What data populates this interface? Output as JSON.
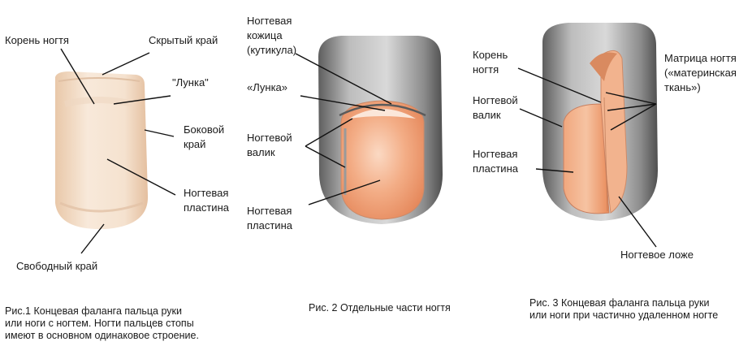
{
  "figure1": {
    "labels": {
      "nail_root": "Корень ногтя",
      "hidden_edge": "Скрытый край",
      "lunula": "\"Лунка\"",
      "side_edge_1": "Боковой",
      "side_edge_2": "край",
      "nail_plate_1": "Ногтевая",
      "nail_plate_2": "пластина",
      "free_edge": "Свободный край"
    },
    "caption": {
      "line1": "Рис.1 Концевая фаланга пальца руки",
      "line2": "или ноги с ногтем. Ногти пальцев стопы",
      "line3": "имеют в основном одинаковое строение."
    }
  },
  "figure2": {
    "labels": {
      "cuticle_1": "Ногтевая",
      "cuticle_2": "кожица",
      "cuticle_3": "(кутикула)",
      "lunula": "«Лунка»",
      "nail_fold_1": "Ногтевой",
      "nail_fold_2": "валик",
      "nail_plate_1": "Ногтевая",
      "nail_plate_2": "пластина"
    },
    "caption": {
      "line1": "Рис. 2 Отдельные части ногтя"
    }
  },
  "figure3": {
    "labels": {
      "nail_root_1": "Корень",
      "nail_root_2": "ногтя",
      "nail_fold_1": "Ногтевой",
      "nail_fold_2": "валик",
      "nail_plate_1": "Ногтевая",
      "nail_plate_2": "пластина",
      "matrix_1": "Матрица ногтя",
      "matrix_2": "(«материнская",
      "matrix_3": "ткань»)",
      "nail_bed": "Ногтевое ложе"
    },
    "caption": {
      "line1": "Рис. 3 Концевая фаланга пальца руки",
      "line2": "или ноги при частично удаленном ногте"
    }
  },
  "colors": {
    "skin_light": "#f6e3cf",
    "skin_mid": "#eccdb2",
    "finger_gray": "#8a8a8a",
    "nail_peach": "#f0a77e",
    "nail_orange": "#e98b5a",
    "leader_line": "#111111"
  }
}
